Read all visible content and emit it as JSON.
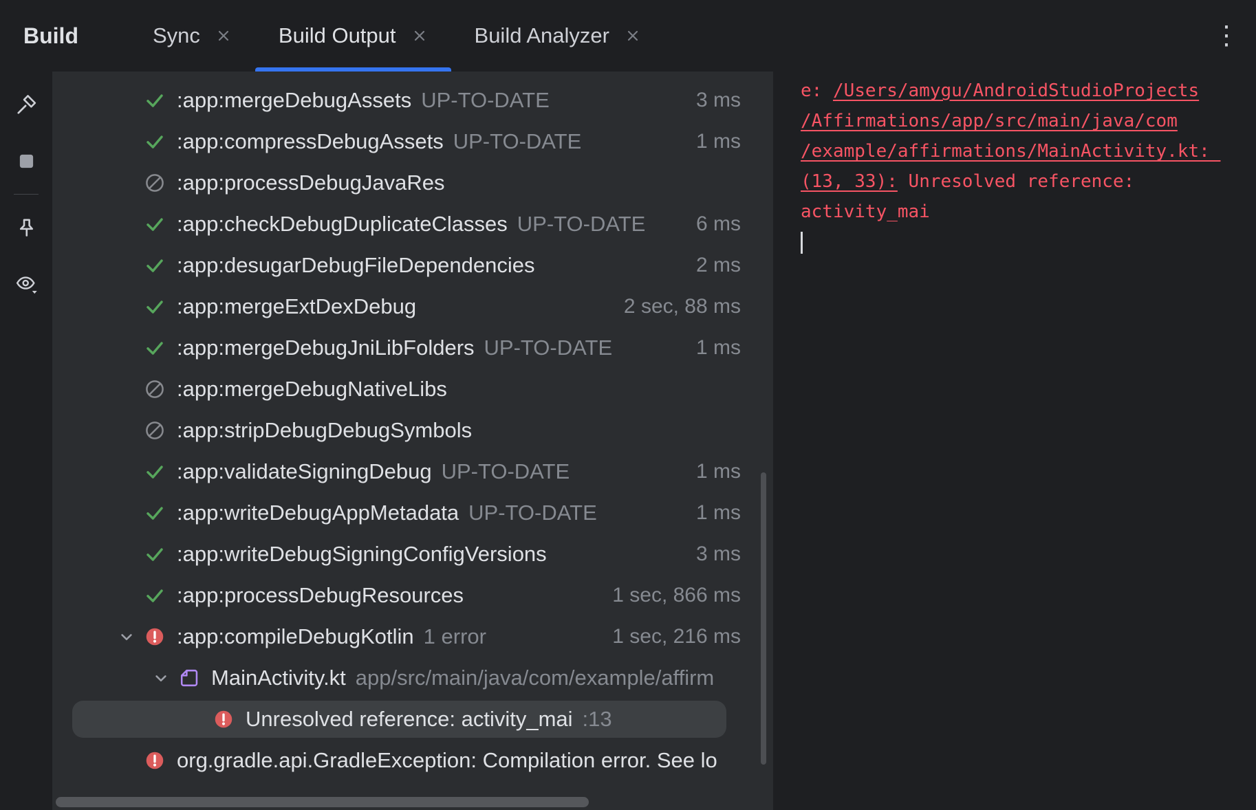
{
  "colors": {
    "accent_blue": "#3574f0",
    "success_green": "#57a65c",
    "error_red": "#db5c5c",
    "muted_gray": "#87898e",
    "kotlin_purple": "#b189f5",
    "console_red": "#f75464",
    "chevron_gray": "#9da0a8"
  },
  "window": {
    "title": "Build"
  },
  "tabs": [
    {
      "label": "Sync",
      "active": false,
      "closable": true
    },
    {
      "label": "Build Output",
      "active": true,
      "closable": true
    },
    {
      "label": "Build Analyzer",
      "active": false,
      "closable": true
    }
  ],
  "icon_names": {
    "success": "success-check-icon",
    "skipped": "skipped-task-icon",
    "error": "error-icon",
    "kotlin": "kotlin-file-icon"
  },
  "toolbar": {
    "buttons": [
      {
        "icon": "build-hammer-icon",
        "separator_after": false
      },
      {
        "icon": "stop-square-icon",
        "separator_after": true
      },
      {
        "icon": "pin-icon",
        "separator_after": false
      },
      {
        "icon": "show-filter-eye-icon",
        "separator_after": false
      }
    ]
  },
  "build_tree": {
    "rows": [
      {
        "level": 0,
        "expanded": false,
        "icon": "success",
        "label": ":app:mergeDebugAssets",
        "suffix": "UP-TO-DATE",
        "time": "3 ms"
      },
      {
        "level": 0,
        "expanded": false,
        "icon": "success",
        "label": ":app:compressDebugAssets",
        "suffix": "UP-TO-DATE",
        "time": "1 ms"
      },
      {
        "level": 0,
        "expanded": false,
        "icon": "skipped",
        "label": ":app:processDebugJavaRes",
        "suffix": "",
        "time": ""
      },
      {
        "level": 0,
        "expanded": false,
        "icon": "success",
        "label": ":app:checkDebugDuplicateClasses",
        "suffix": "UP-TO-DATE",
        "time": "6 ms"
      },
      {
        "level": 0,
        "expanded": false,
        "icon": "success",
        "label": ":app:desugarDebugFileDependencies",
        "suffix": "",
        "time": "2 ms"
      },
      {
        "level": 0,
        "expanded": false,
        "icon": "success",
        "label": ":app:mergeExtDexDebug",
        "suffix": "",
        "time": "2 sec, 88 ms"
      },
      {
        "level": 0,
        "expanded": false,
        "icon": "success",
        "label": ":app:mergeDebugJniLibFolders",
        "suffix": "UP-TO-DATE",
        "time": "1 ms"
      },
      {
        "level": 0,
        "expanded": false,
        "icon": "skipped",
        "label": ":app:mergeDebugNativeLibs",
        "suffix": "",
        "time": ""
      },
      {
        "level": 0,
        "expanded": false,
        "icon": "skipped",
        "label": ":app:stripDebugDebugSymbols",
        "suffix": "",
        "time": ""
      },
      {
        "level": 0,
        "expanded": false,
        "icon": "success",
        "label": ":app:validateSigningDebug",
        "suffix": "UP-TO-DATE",
        "time": "1 ms"
      },
      {
        "level": 0,
        "expanded": false,
        "icon": "success",
        "label": ":app:writeDebugAppMetadata",
        "suffix": "UP-TO-DATE",
        "time": "1 ms"
      },
      {
        "level": 0,
        "expanded": false,
        "icon": "success",
        "label": ":app:writeDebugSigningConfigVersions",
        "suffix": "",
        "time": "3 ms"
      },
      {
        "level": 0,
        "expanded": false,
        "icon": "success",
        "label": ":app:processDebugResources",
        "suffix": "",
        "time": "1 sec, 866 ms"
      },
      {
        "level": 0,
        "expanded": true,
        "icon": "error",
        "label": ":app:compileDebugKotlin",
        "suffix": "1 error",
        "time": "1 sec, 216 ms"
      },
      {
        "level": 1,
        "expanded": true,
        "icon": "kotlin",
        "label": "MainActivity.kt",
        "suffix": "app/src/main/java/com/example/affirm",
        "time": ""
      },
      {
        "level": 2,
        "expanded": false,
        "icon": "error",
        "label": "Unresolved reference: activity_mai",
        "suffix": ":13",
        "time": "",
        "selected": true
      },
      {
        "level": 0,
        "expanded": false,
        "icon": "error",
        "label": "org.gradle.api.GradleException: Compilation error. See lo",
        "suffix": "",
        "time": ""
      }
    ]
  },
  "console": {
    "lines": [
      {
        "segments": [
          {
            "text": "e: ",
            "link": false
          },
          {
            "text": "/Users/amygu/AndroidStudioProjects",
            "link": true
          }
        ]
      },
      {
        "segments": [
          {
            "text": "/Affirmations/app/src/main/java/com",
            "link": true
          }
        ]
      },
      {
        "segments": [
          {
            "text": "/example/affirmations/MainActivity.kt: ",
            "link": true
          }
        ]
      },
      {
        "segments": [
          {
            "text": "(13, 33):",
            "link": true
          },
          {
            "text": " Unresolved reference:",
            "link": false
          }
        ]
      },
      {
        "segments": [
          {
            "text": "activity_mai",
            "link": false
          }
        ]
      }
    ]
  }
}
